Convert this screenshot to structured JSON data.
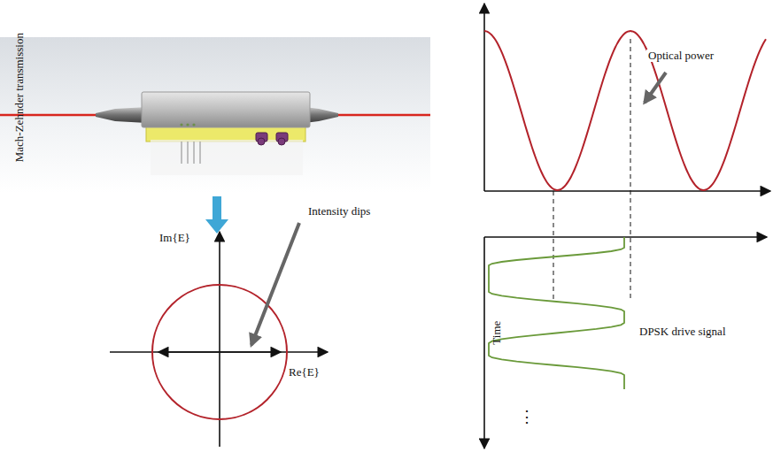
{
  "diagram": {
    "labels": [
      "Intensity dips",
      "Im{E}",
      "Re{E}",
      "Mach-Zehnder transmission",
      "Optical power",
      "Time",
      "DPSK drive signal",
      "⋮"
    ]
  }
}
